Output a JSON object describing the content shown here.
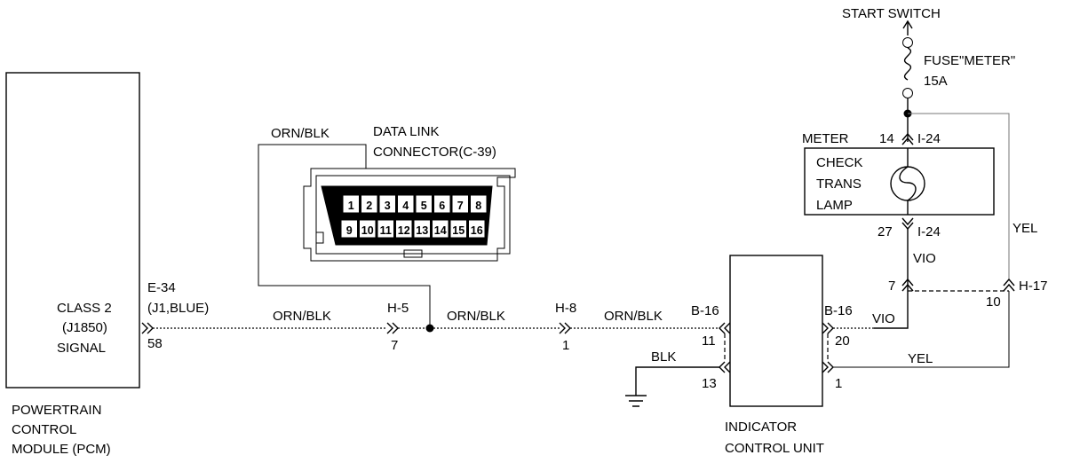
{
  "start_switch": "START SWITCH",
  "fuse_label": "FUSE\"METER\"",
  "fuse_rating": "15A",
  "meter_label": "METER",
  "lamp_lines": [
    "CHECK",
    "TRANS",
    "LAMP"
  ],
  "meter_pin_top": "14",
  "meter_conn_top": "I-24",
  "meter_pin_bottom": "27",
  "meter_conn_bottom": "I-24",
  "pcm": {
    "label_lines": [
      "POWERTRAIN",
      "CONTROL",
      "MODULE (PCM)"
    ],
    "signal_lines": [
      "CLASS 2",
      "(J1850)",
      "SIGNAL"
    ],
    "connector_lines": [
      "E-34",
      "(J1,BLUE)"
    ],
    "pin": "58"
  },
  "dlc": {
    "title_lines": [
      "DATA LINK",
      "CONNECTOR(C-39)"
    ],
    "top_pins": [
      "1",
      "2",
      "3",
      "4",
      "5",
      "6",
      "7",
      "8"
    ],
    "bottom_pins": [
      "9",
      "10",
      "11",
      "12",
      "13",
      "14",
      "15",
      "16"
    ]
  },
  "wires": {
    "dlc_wire": "ORN/BLK",
    "pcm_to_h5": "ORN/BLK",
    "h5_to_h8": "ORN/BLK",
    "h8_to_icu": "ORN/BLK",
    "ground": "BLK",
    "vio_vertical": "VIO",
    "vio_horizontal": "VIO",
    "yel_vertical": "YEL",
    "yel_horizontal": "YEL"
  },
  "connectors": {
    "h5": {
      "name": "H-5",
      "pin": "7"
    },
    "h8": {
      "name": "H-8",
      "pin": "1"
    },
    "h17": {
      "name": "H-17",
      "pin_left": "7",
      "pin_right": "10"
    },
    "b16_left": {
      "name": "B-16",
      "pin_top": "11",
      "pin_bottom": "13"
    },
    "b16_right": {
      "name": "B-16",
      "pin_top": "20",
      "pin_bottom": "1"
    }
  },
  "icu": {
    "label_lines": [
      "INDICATOR",
      "CONTROL UNIT"
    ]
  }
}
